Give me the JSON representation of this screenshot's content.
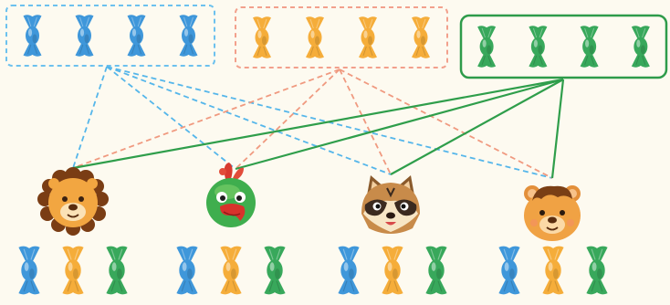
{
  "colors": {
    "background": "#fdfaf0",
    "blue_candy": "#3f97da",
    "orange_candy": "#f5ad3a",
    "green_candy": "#38a85b",
    "blue_box": "#6cc1ee",
    "orange_box": "#f2a08c",
    "green_box": "#2e9b4a",
    "blue_line": "#55b6ea",
    "orange_line": "#f09a80",
    "green_line": "#2f9e4b"
  },
  "groups": [
    {
      "name": "blue-candies",
      "color": "blue",
      "count": 4
    },
    {
      "name": "orange-candies",
      "color": "orange",
      "count": 4
    },
    {
      "name": "green-candies",
      "color": "green",
      "count": 4
    }
  ],
  "animals": [
    {
      "name": "lion",
      "candies": [
        "blue",
        "orange",
        "green"
      ]
    },
    {
      "name": "parrot",
      "candies": [
        "blue",
        "orange",
        "green"
      ]
    },
    {
      "name": "raccoon",
      "candies": [
        "blue",
        "orange",
        "green"
      ]
    },
    {
      "name": "bear",
      "candies": [
        "blue",
        "orange",
        "green"
      ]
    }
  ],
  "connections": [
    {
      "from": "blue",
      "to": "lion"
    },
    {
      "from": "blue",
      "to": "parrot"
    },
    {
      "from": "blue",
      "to": "raccoon"
    },
    {
      "from": "blue",
      "to": "bear"
    },
    {
      "from": "orange",
      "to": "lion"
    },
    {
      "from": "orange",
      "to": "parrot"
    },
    {
      "from": "orange",
      "to": "raccoon"
    },
    {
      "from": "orange",
      "to": "bear"
    },
    {
      "from": "green",
      "to": "lion"
    },
    {
      "from": "green",
      "to": "parrot"
    },
    {
      "from": "green",
      "to": "raccoon"
    },
    {
      "from": "green",
      "to": "bear"
    }
  ]
}
